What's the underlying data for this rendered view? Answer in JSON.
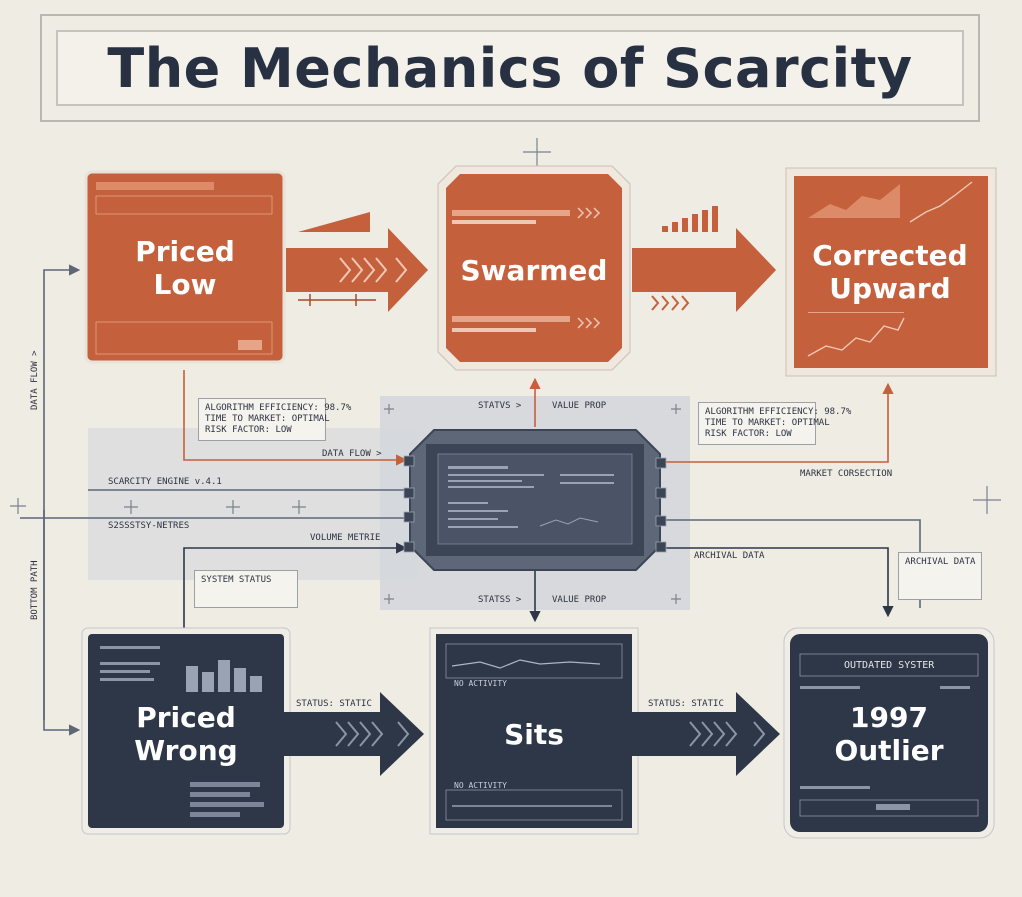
{
  "title": "The Mechanics of Scarcity",
  "colors": {
    "background": "#efece4",
    "rust": "#c4603c",
    "rust_dark": "#a54a2b",
    "navy": "#2d3748",
    "slate": "#5d6778",
    "title_text": "#283142"
  },
  "nodes": {
    "priced_low": "Priced\nLow",
    "swarmed": "Swarmed",
    "corrected_upward": "Corrected\nUpward",
    "priced_wrong": "Priced\nWrong",
    "sits": "Sits",
    "outlier_1997": "1997\nOutlier"
  },
  "labels": {
    "scarcity_engine": "SCARCITY ENGINE v.4.1",
    "scarcity_metrics": "S2SSSTSY-NETRES",
    "data_flow_side": "DATA FLOW >",
    "data_flow_center": "DATA FLOW >",
    "bottom_path": "BOTTOM PATH",
    "status_top": "STATVS >",
    "value_prop_top": "VALUE PROP",
    "status_bottom": "STATSS >",
    "value_prop_bottom": "VALUE PROP",
    "volume_metrics": "VOLUME METRIE",
    "market_correction": "MARKET CORSECTION",
    "archival_data": "ARCHIVAL DATA",
    "status_static_1": "STATUS: STATIC",
    "status_static_2": "STATUS: STATIC",
    "outdated_system": "OUTDATED SYSTER"
  },
  "info_boxes": {
    "left": [
      "ALGORITHM EFFICIENCY: 98.7%",
      "TIME TO MARKET: OPTIMAL",
      "RISK FACTOR: LOW"
    ],
    "right": [
      "ALGORITHM EFFICIENCY: 98.7%",
      "TIME TO MARKET: OPTIMAL",
      "RISK FACTOR: LOW"
    ],
    "system_status": "SYSTEM STATUS",
    "archival": "ARCHIVAL DATA"
  },
  "panel_text": {
    "sits_top": "NO ACTIVITY",
    "sits_bottom": "NO ACTIVITY"
  }
}
